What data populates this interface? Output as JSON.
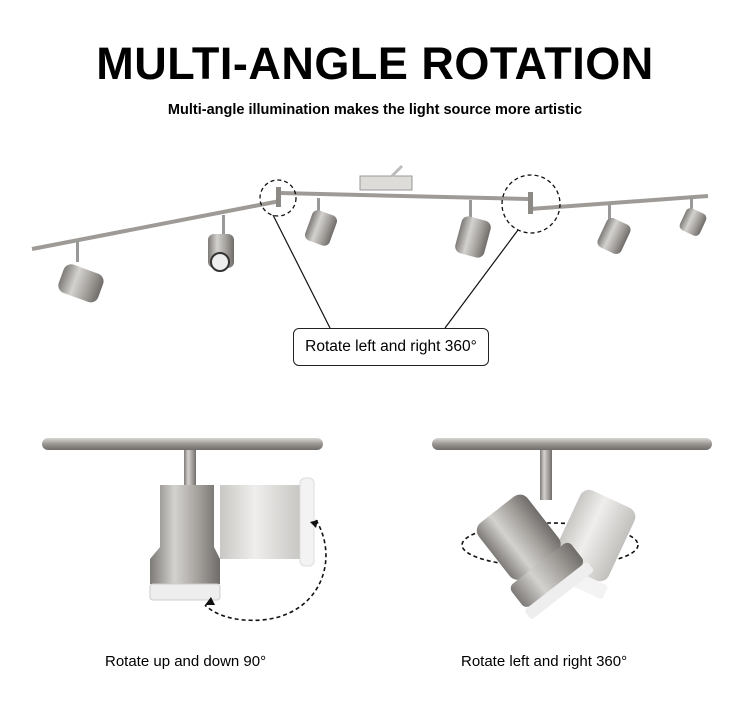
{
  "header": {
    "title": "MULTI-ANGLE ROTATION",
    "subtitle": "Multi-angle illumination makes the light source more artistic"
  },
  "callout": {
    "label": "Rotate left and right 360°"
  },
  "details": [
    {
      "caption": "Rotate up and down 90°"
    },
    {
      "caption": "Rotate left and right 360°"
    }
  ],
  "colors": {
    "metal": "#a9a6a3",
    "text": "#000000"
  }
}
